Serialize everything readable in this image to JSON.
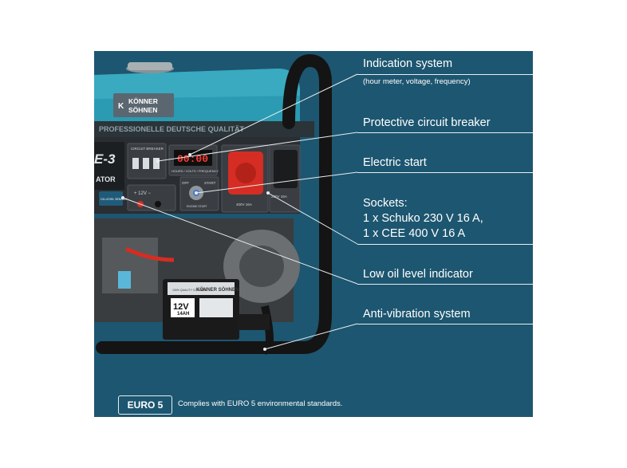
{
  "brand": {
    "line1": "KÖNNER",
    "line2": "SÖHNEN",
    "slogan": "PROFESSIONELLE DEUTSCHE QUALITÄT"
  },
  "panel_labels": {
    "model": "E-3",
    "model_sub": "ATOR",
    "circuit_breaker": "CIRCUIT BREAKER",
    "display_value": "00:00",
    "display_caption": "HOURS / VOLTS / FREQUENCY",
    "off": "OFF",
    "start": "START",
    "engine": "ENGINE START",
    "cee_rating": "400V 16A",
    "schuko_rating": "230V 16A",
    "dc_label": "+ 12V −",
    "oil_sensor": "OIL LEVEL SENSOR"
  },
  "battery": {
    "brand": "KÖNNER SÖHNEN",
    "voltage": "12V",
    "capacity": "14AH",
    "badge": "100% QUALITY CONTROL"
  },
  "features": [
    {
      "title": "Indication system",
      "subtitle": "(hour meter, voltage, frequency)"
    },
    {
      "title": "Protective circuit breaker"
    },
    {
      "title": "Electric start"
    },
    {
      "title": "Sockets:",
      "lines": [
        "1 x Schuko 230 V 16 A,",
        "1 x CEE 400 V 16 A"
      ]
    },
    {
      "title": "Low oil level indicator"
    },
    {
      "title": "Anti-vibration system"
    }
  ],
  "footer": {
    "badge": "EURO 5",
    "text": "Complies with EURO 5 environmental standards."
  },
  "colors": {
    "background": "#1d5670",
    "frame": "#141414",
    "tank": "#2a9bb2",
    "socket_red": "#d52d23",
    "control_panel": "#2a2d31"
  }
}
